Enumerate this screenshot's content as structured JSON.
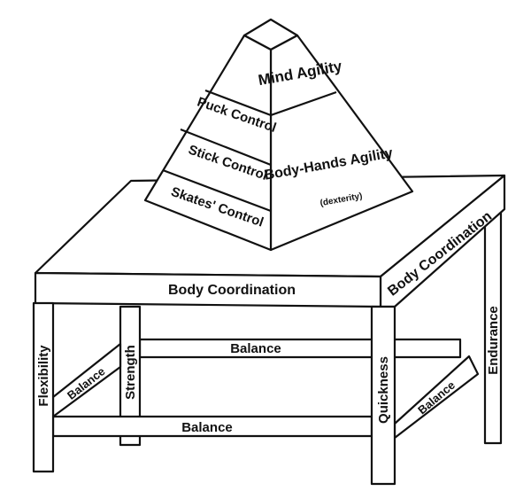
{
  "pyramid": {
    "top_face": "Mind Agility",
    "right_face": "Body-Hands Agility",
    "right_face_note": "(dexterity)",
    "left_bands": [
      "Puck Control",
      "Stick Control",
      "Skates' Control"
    ]
  },
  "table": {
    "front_apron": "Body Coordination",
    "right_apron": "Body Coordination",
    "legs": {
      "front_left": "Flexibility",
      "back_left": "Strength",
      "front_right": "Quickness",
      "back_right": "Endurance"
    },
    "braces": {
      "back": "Balance",
      "front": "Balance",
      "left": "Balance",
      "right": "Balance"
    }
  }
}
